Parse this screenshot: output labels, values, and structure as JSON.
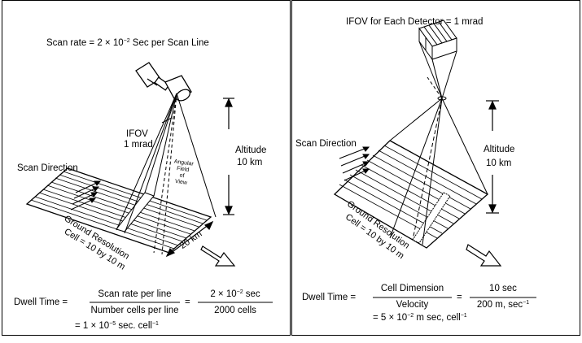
{
  "left": {
    "scan_rate_text": "Scan rate = 2 × 10",
    "scan_rate_exp": "−2",
    "scan_rate_unit": " Sec per Scan Line",
    "ifov_line1": "IFOV",
    "ifov_line2": "1 mrad",
    "altitude_line1": "Altitude",
    "altitude_line2": "10 km",
    "scan_direction": "Scan Direction",
    "angular_fov": [
      "Angular",
      "Field",
      "of",
      "View"
    ],
    "ground_res_line1": "Ground Resolution",
    "ground_res_line2": "Cell = 10 by 10 m",
    "swath": "20 km",
    "dwell_label": "Dwell Time =",
    "frac1_num": "Scan rate per line",
    "frac1_den": "Number cells per line",
    "equals": "=",
    "frac2_num_a": "2 × 10",
    "frac2_num_exp": "−2",
    "frac2_num_b": " sec",
    "frac2_den": "2000 cells",
    "result_a": "= 1 × 10",
    "result_exp": "−5",
    "result_b": " sec. cell",
    "result_exp2": "−1"
  },
  "right": {
    "ifov_text": "IFOV for Each Detector = 1 mrad",
    "altitude_line1": "Altitude",
    "altitude_line2": "10 km",
    "scan_direction": "Scan Direction",
    "ground_res_line1": "Ground Resolution",
    "ground_res_line2": "Cell = 10 by 10 m",
    "dwell_label": "Dwell Time =",
    "frac1_num": "Cell Dimension",
    "frac1_den": "Velocity",
    "equals": "=",
    "frac2_num": "10 sec",
    "frac2_den": "200 m, sec",
    "frac2_den_exp": "−1",
    "result_a": "= 5 × 10",
    "result_exp": "−2",
    "result_b": " m sec, cell",
    "result_exp2": "−1"
  }
}
